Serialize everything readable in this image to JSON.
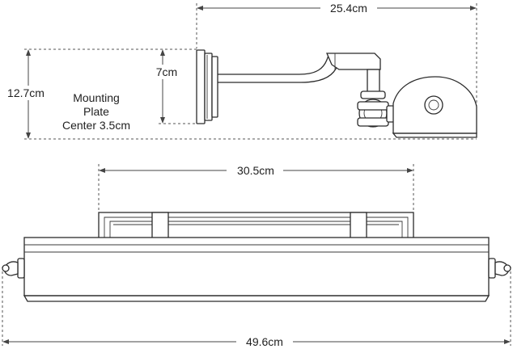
{
  "dimensions": {
    "arm_projection": "25.4cm",
    "height": "12.7cm",
    "mounting_center": "7cm",
    "mounting_note_line1": "Mounting",
    "mounting_note_line2": "Plate",
    "mounting_note_line3": "Center 3.5cm",
    "backplate_width": "30.5cm",
    "overall_width": "49.6cm"
  },
  "colors": {
    "line": "#2b2b2b",
    "dimension": "#444444",
    "background": "#ffffff"
  },
  "icons": [
    "arrow-left-icon",
    "arrow-right-icon",
    "arrow-up-icon",
    "arrow-down-icon"
  ]
}
